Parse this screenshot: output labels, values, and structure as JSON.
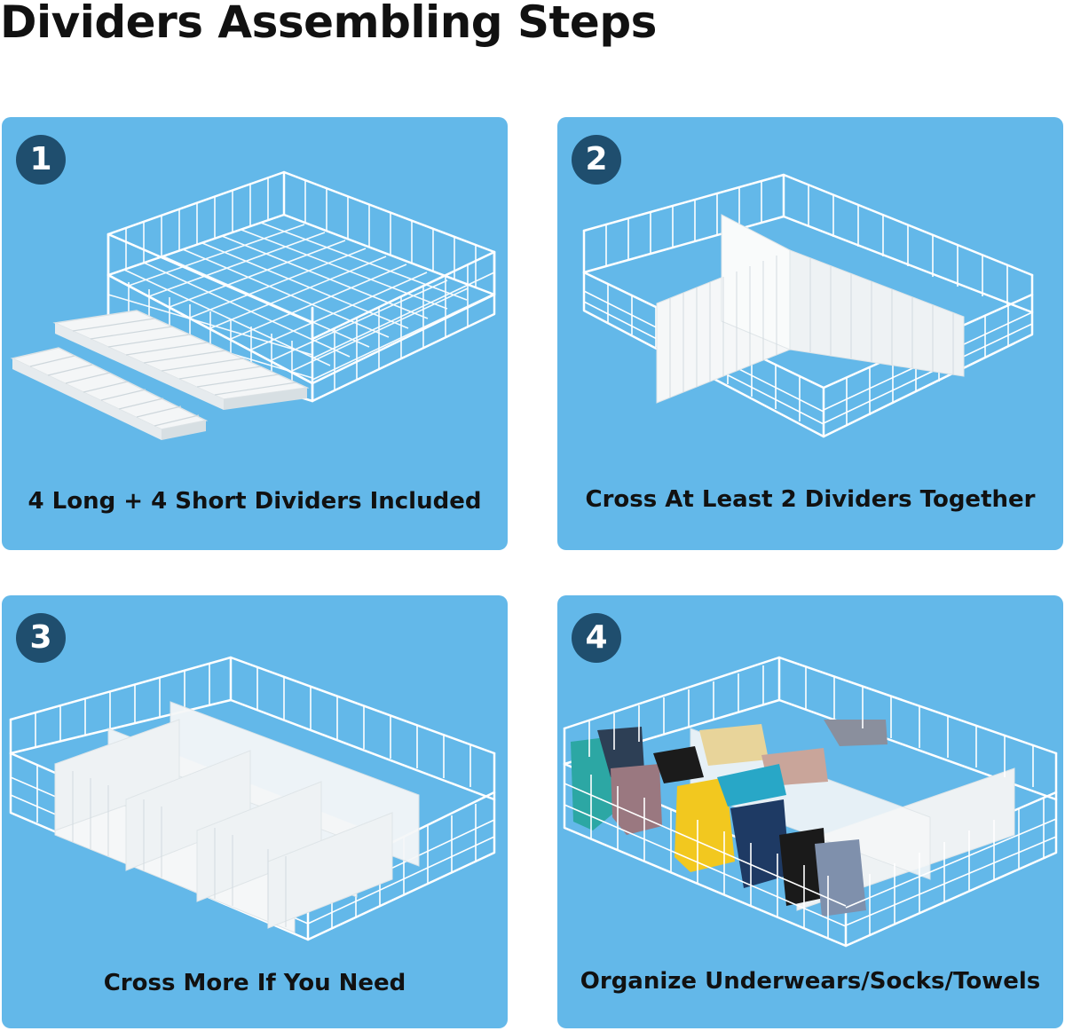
{
  "title": "Dividers Assembling Steps",
  "colors": {
    "panel_background": "#63b8e9",
    "badge_background": "#1f4e6e",
    "wire": "#ffffff",
    "divider": "#f4f6f7"
  },
  "steps": [
    {
      "number": "1",
      "caption": "4 Long + 4 Short Dividers Included",
      "illustration": "wire-basket-with-divider-stacks"
    },
    {
      "number": "2",
      "caption": "Cross At Least 2 Dividers Together",
      "illustration": "wire-basket-with-crossed-dividers"
    },
    {
      "number": "3",
      "caption": "Cross More If You Need",
      "illustration": "wire-basket-with-divider-grid"
    },
    {
      "number": "4",
      "caption": "Organize Underwears/Socks/Towels",
      "illustration": "wire-basket-with-socks"
    }
  ]
}
